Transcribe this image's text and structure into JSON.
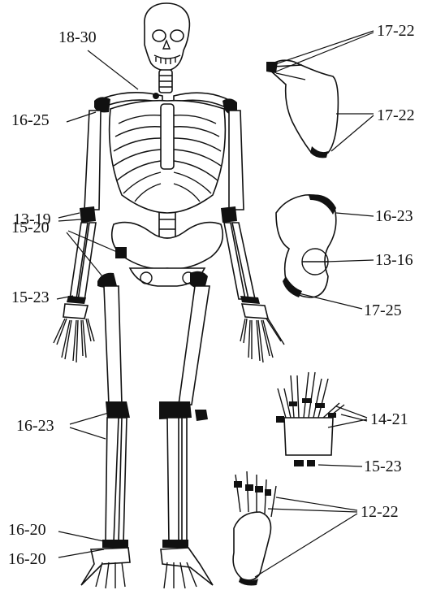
{
  "labels": {
    "skull_neck": "18-30",
    "shoulder": "16-25",
    "elbow": "13-19",
    "hip_femur_head": "15-20",
    "wrist_forearm": "15-23",
    "knee": "16-23",
    "ankle_tibia": "16-20",
    "ankle_fibula": "16-20",
    "scapula_acromion": "17-22",
    "scapula_border": "17-22",
    "iliac_crest": "16-23",
    "acetabulum": "13-16",
    "ischial_tuberosity": "17-25",
    "hand_phalanges": "14-21",
    "hand_wrist": "15-23",
    "foot": "12-22"
  }
}
